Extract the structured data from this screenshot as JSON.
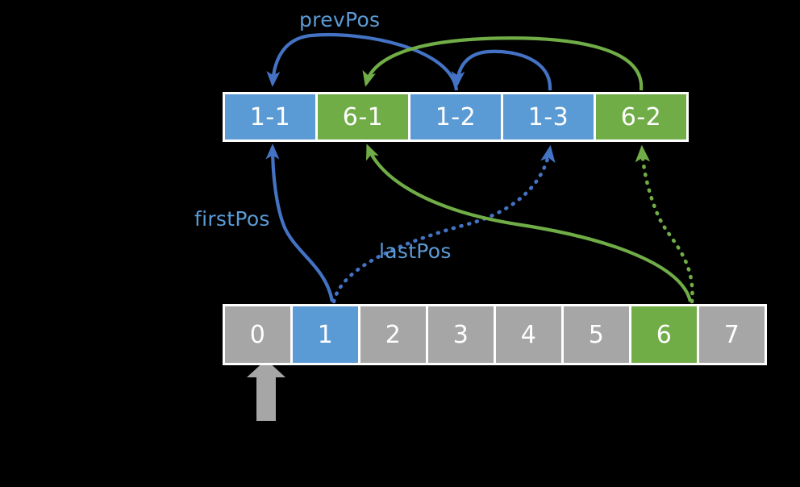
{
  "diagram": {
    "title": "",
    "colors": {
      "blue": "#5B9BD5",
      "green": "#70AD47",
      "gray": "#A6A6A6",
      "blue_arrow": "#4472C4",
      "green_arrow": "#70AD47",
      "background": "#000000",
      "row_frame": "#FFFFFF",
      "text": "#FFFFFF"
    },
    "labels": {
      "prevPos": "prevPos",
      "firstPos": "firstPos",
      "lastPos": "lastPos"
    },
    "entry_row": {
      "name": "hash-entry-row",
      "cells": [
        {
          "text": "1-1",
          "color": "blue"
        },
        {
          "text": "6-1",
          "color": "green"
        },
        {
          "text": "1-2",
          "color": "blue"
        },
        {
          "text": "1-3",
          "color": "blue"
        },
        {
          "text": "6-2",
          "color": "green"
        }
      ]
    },
    "index_row": {
      "name": "bucket-index-row",
      "cells": [
        {
          "text": "0",
          "color": "gray"
        },
        {
          "text": "1",
          "color": "blue"
        },
        {
          "text": "2",
          "color": "gray"
        },
        {
          "text": "3",
          "color": "gray"
        },
        {
          "text": "4",
          "color": "gray"
        },
        {
          "text": "5",
          "color": "gray"
        },
        {
          "text": "6",
          "color": "green"
        },
        {
          "text": "7",
          "color": "gray"
        }
      ]
    },
    "connections": [
      {
        "name": "prevpos-1-2-to-1-1",
        "from": "1-2",
        "to": "1-1",
        "color": "blue",
        "style": "solid",
        "group": "prevPos"
      },
      {
        "name": "prevpos-1-3-to-1-2",
        "from": "1-3",
        "to": "1-2",
        "color": "blue",
        "style": "solid",
        "group": "prevPos"
      },
      {
        "name": "prevpos-6-2-to-6-1",
        "from": "6-2",
        "to": "6-1",
        "color": "green",
        "style": "solid",
        "group": "prevPos"
      },
      {
        "name": "firstpos-1-to-1-1",
        "from": "1",
        "to": "1-1",
        "color": "blue",
        "style": "solid",
        "group": "firstPos"
      },
      {
        "name": "lastpos-1-to-1-3",
        "from": "1",
        "to": "1-3",
        "color": "blue",
        "style": "dotted",
        "group": "lastPos"
      },
      {
        "name": "firstpos-6-to-6-1",
        "from": "6",
        "to": "6-1",
        "color": "green",
        "style": "solid",
        "group": "firstPos"
      },
      {
        "name": "lastpos-6-to-6-2",
        "from": "6",
        "to": "6-2",
        "color": "green",
        "style": "dotted",
        "group": "lastPos"
      }
    ],
    "cursor": {
      "name": "bucket-cursor-arrow",
      "points_to": "0",
      "color": "#A6A6A6"
    }
  }
}
